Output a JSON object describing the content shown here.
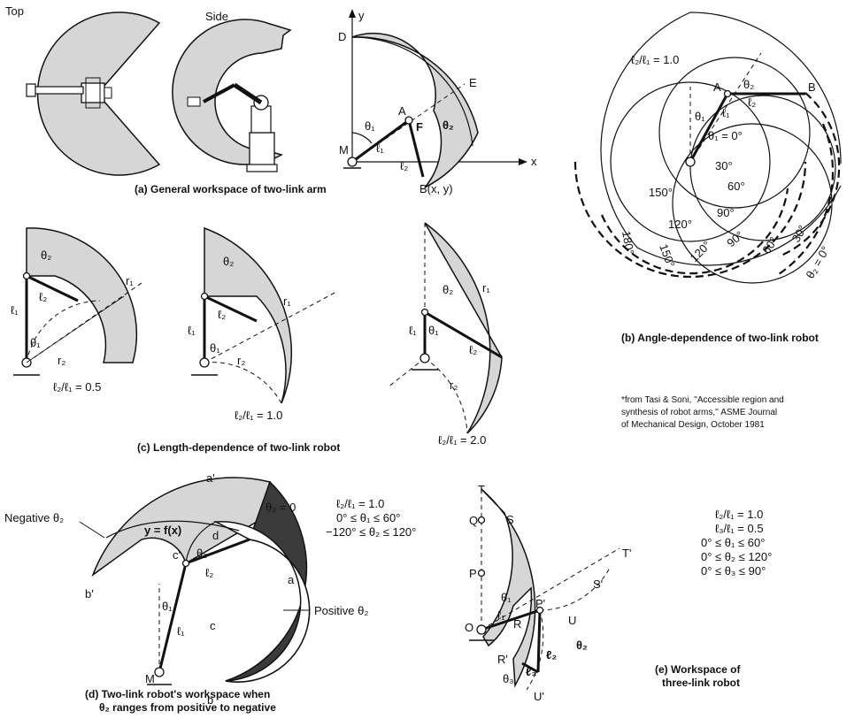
{
  "panel_a": {
    "caption": "(a) General workspace of two-link arm",
    "top_label": "Top",
    "side_label": "Side",
    "axis_x": "x",
    "axis_y": "y",
    "pt_D": "D",
    "pt_E": "E",
    "pt_A": "A",
    "pt_F": "F",
    "pt_M": "M",
    "pt_B": "B(x, y)",
    "theta1": "θ₁",
    "theta2": "θ₂",
    "l1": "ℓ₁",
    "l2": "ℓ₂"
  },
  "panel_b": {
    "caption": "(b) Angle-dependence of two-link robot",
    "ratio": "ℓ₂/ℓ₁ = 1.0",
    "pt_A": "A",
    "pt_B": "B",
    "theta1": "θ₁",
    "theta2": "θ₂",
    "l1": "ℓ₁",
    "l2": "ℓ₂",
    "theta1_zero": "θ₁ = 0°",
    "angle_labels": [
      "30°",
      "60°",
      "90°",
      "120°",
      "150°",
      "180°",
      "150°",
      "120°",
      "90°",
      "60°",
      "30°"
    ],
    "theta2_zero": "θ₂ = 0°",
    "source_note": [
      "*from Tasi & Soni, ''Accessible region and",
      "synthesis of robot arms,'' ASME Journal",
      "of Mechanical Design, October 1981"
    ]
  },
  "panel_c": {
    "caption": "(c) Length-dependence of two-link robot",
    "ratio_1": "ℓ₂/ℓ₁ = 0.5",
    "ratio_2": "ℓ₂/ℓ₁ = 1.0",
    "ratio_3": "ℓ₂/ℓ₁ = 2.0",
    "theta1": "θ₁",
    "theta2": "θ₂",
    "l1": "ℓ₁",
    "l2": "ℓ₂",
    "r1": "r₁",
    "r2": "r₂"
  },
  "panel_d": {
    "caption_line1": "(d) Two-link robot's workspace when",
    "caption_line2": "θ₂ ranges from positive to negative",
    "conditions": [
      "ℓ₂/ℓ₁ = 1.0",
      "0° ≤ θ₁ ≤ 60°",
      "−120° ≤ θ₂ ≤ 120°"
    ],
    "negative": "Negative θ₂",
    "positive": "Positive θ₂",
    "theta2_zero": "θ₂ = 0",
    "curve": "y = f(x)",
    "pt_a1": "a'",
    "pt_a": "a",
    "pt_b1": "b'",
    "pt_b": "b",
    "pt_c1": "c'",
    "pt_c": "c",
    "pt_d": "d",
    "pt_M": "M",
    "theta1": "θ₁",
    "theta2": "θ₂",
    "l1": "ℓ₁",
    "l2": "ℓ₂"
  },
  "panel_e": {
    "caption_line1": "(e) Workspace of",
    "caption_line2": "three-link robot",
    "conditions": [
      "ℓ₂/ℓ₁ = 1.0",
      "ℓ₃/ℓ₁ = 0.5",
      "0° ≤ θ₁ ≤ 60°",
      "0° ≤ θ₂ ≤ 120°",
      "0° ≤ θ₃ ≤ 90°"
    ],
    "pt_T": "T",
    "pt_Q": "Q",
    "pt_S": "S",
    "pt_P": "P",
    "pt_O": "O",
    "pt_T1": "T'",
    "pt_S1": "S'",
    "pt_P1": "P'",
    "pt_U": "U",
    "pt_R": "R",
    "pt_R1": "R'",
    "pt_U1": "U'",
    "theta1": "θ₁",
    "theta2": "θ₂",
    "theta3": "θ₃",
    "l1": "ℓ₁",
    "l2": "ℓ₂",
    "l3": "ℓ₃"
  }
}
